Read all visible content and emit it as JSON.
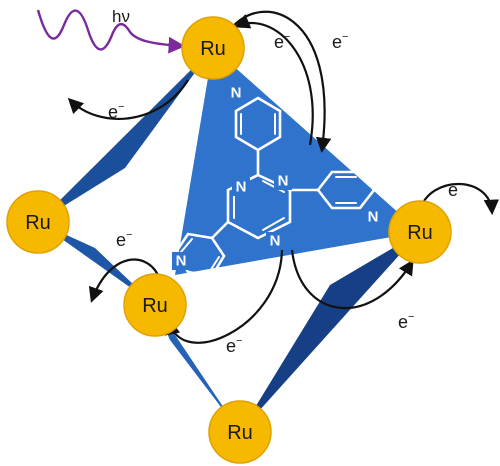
{
  "photon": {
    "label": "hν",
    "color": "#7a2a9c"
  },
  "metal_label": "Ru",
  "ligand_atom": "N",
  "electron": {
    "symbol": "e",
    "charge": "−"
  },
  "colors": {
    "node": "#f7b900",
    "face_dark": "#1b4f9c",
    "face_mid": "#2563b8",
    "face_light": "#2f73cc",
    "arrow": "#111111"
  }
}
